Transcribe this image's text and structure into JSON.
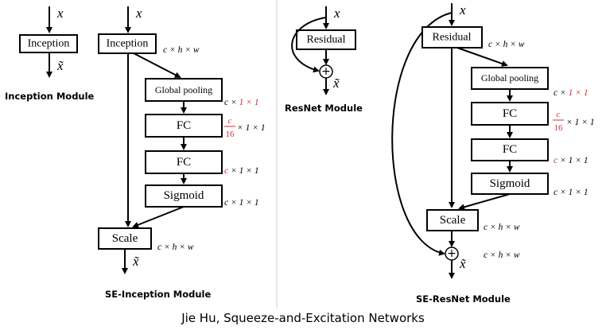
{
  "symbols": {
    "input": "x",
    "output": "x̃",
    "plus": "+"
  },
  "inception_module": {
    "block_label": "Inception",
    "caption": "Inception Module"
  },
  "se_inception_module": {
    "caption": "SE-Inception Module",
    "blocks": {
      "inception": "Inception",
      "global_pooling": "Global pooling",
      "fc1": "FC",
      "fc2": "FC",
      "sigmoid": "Sigmoid",
      "scale": "Scale"
    },
    "dims": {
      "after_inception": "c × h × w",
      "after_pooling_prefix": "c × ",
      "after_pooling_red": "1 × 1",
      "fc1_numerator": "c",
      "fc1_denominator": "16",
      "fc1_suffix": "× 1 × 1",
      "fc2_red": "c",
      "fc2_suffix": " × 1 × 1",
      "after_sigmoid": "c × 1 × 1",
      "after_scale": "c × h × w"
    }
  },
  "resnet_module": {
    "block_label": "Residual",
    "caption": "ResNet Module"
  },
  "se_resnet_module": {
    "caption": "SE-ResNet Module",
    "blocks": {
      "residual": "Residual",
      "global_pooling": "Global pooling",
      "fc1": "FC",
      "fc2": "FC",
      "sigmoid": "Sigmoid",
      "scale": "Scale"
    },
    "dims": {
      "after_residual": "c × h × w",
      "after_pooling_prefix": "c × ",
      "after_pooling_red": "1 × 1",
      "fc1_numerator": "c",
      "fc1_denominator": "16",
      "fc1_suffix": "× 1 × 1",
      "fc2_red": "c",
      "fc2_suffix": " × 1 × 1",
      "after_sigmoid": "c × 1 × 1",
      "after_scale": "c × h × w",
      "after_add": "c × h × w"
    }
  },
  "credit": "Jie Hu, Squeeze-and-Excitation Networks",
  "colors": {
    "highlight": "#d32f2f",
    "stroke": "#000000"
  }
}
